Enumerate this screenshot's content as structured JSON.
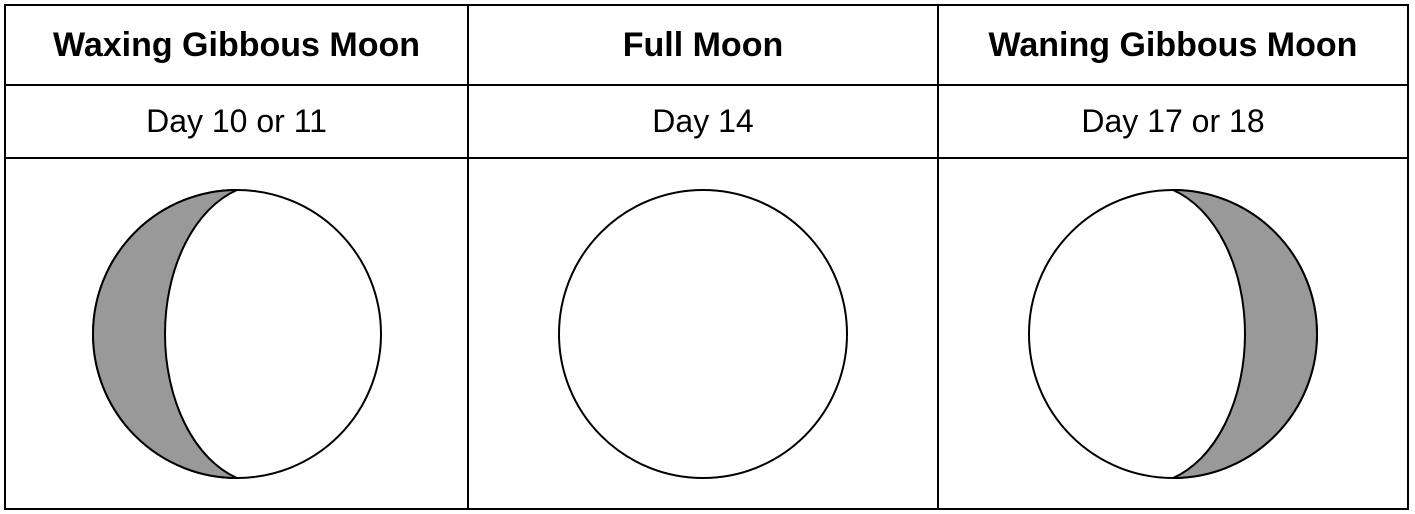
{
  "columns": [
    {
      "phase": "Waxing Gibbous Moon",
      "day": "Day 10 or 11",
      "icon": "waxing-gibbous-moon-icon",
      "shadow_side": "left"
    },
    {
      "phase": "Full Moon",
      "day": "Day 14",
      "icon": "full-moon-icon",
      "shadow_side": "none"
    },
    {
      "phase": "Waning Gibbous Moon",
      "day": "Day 17 or 18",
      "icon": "waning-gibbous-moon-icon",
      "shadow_side": "right"
    }
  ],
  "colors": {
    "shadow": "#999999",
    "lit": "#ffffff",
    "outline": "#000000"
  }
}
